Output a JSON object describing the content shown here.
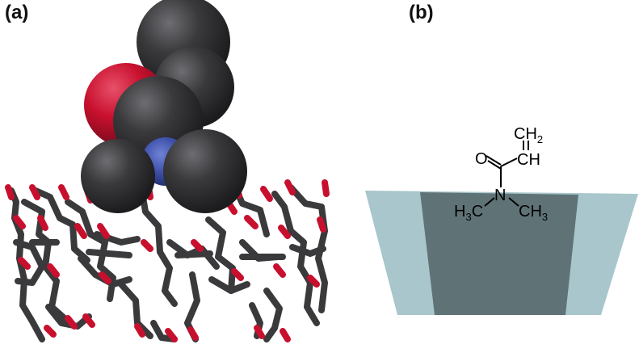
{
  "panels": {
    "a": {
      "label": "(a)"
    },
    "b": {
      "label": "(b)"
    }
  },
  "molecule_labels": {
    "ch2": "CH",
    "ch2_sub": "2",
    "ch": "CH",
    "o": "O",
    "n": "N",
    "h3c_left_h": "H",
    "h3c_left_sub": "3",
    "h3c_left_c": "C",
    "ch3_right": "CH",
    "ch3_right_sub": "3"
  },
  "colors": {
    "carbon": "#3a3a3c",
    "oxygen": "#c8102e",
    "nitrogen": "#3b4ea6",
    "cone_outer": "#a8c6cc",
    "cone_inner": "#5f7377"
  }
}
